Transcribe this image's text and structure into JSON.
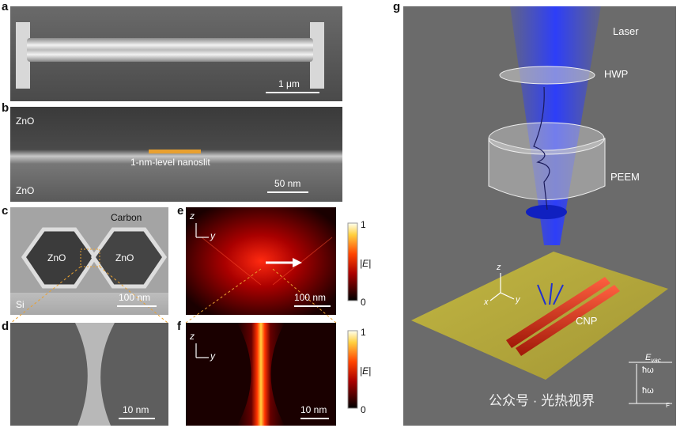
{
  "panels": {
    "a": {
      "label": "a",
      "scalebar": "1 μm"
    },
    "b": {
      "label": "b",
      "top_material": "ZnO",
      "bottom_material": "ZnO",
      "annotation": "1-nm-level nanoslit",
      "scalebar": "50 nm"
    },
    "c": {
      "label": "c",
      "carbon": "Carbon",
      "left_crystal": "ZnO",
      "right_crystal": "ZnO",
      "substrate": "Si",
      "scalebar": "100 nm"
    },
    "d": {
      "label": "d",
      "scalebar": "10 nm"
    },
    "e": {
      "label": "e",
      "axis_z": "z",
      "axis_y": "y",
      "scalebar": "100 nm",
      "colorbar_label": "|E|",
      "cbar_max": "1",
      "cbar_min": "0"
    },
    "f": {
      "label": "f",
      "axis_z": "z",
      "axis_y": "y",
      "scalebar": "10 nm",
      "colorbar_label": "|E|",
      "cbar_max": "1",
      "cbar_min": "0"
    },
    "g": {
      "label": "g",
      "laser": "Laser",
      "hwp": "HWP",
      "peem": "PEEM",
      "cnp": "CNP",
      "axis_z": "z",
      "axis_x": "x",
      "axis_y": "y",
      "evac": "E",
      "evac_sub": "vac",
      "hw1": "ħω",
      "hw2": "ħω",
      "ef_sub": "F"
    }
  },
  "watermark": "公众号 · 光热视界",
  "colors": {
    "accent_orange": "#e8a030",
    "gold_plate": "#c8b840",
    "laser_blue": "#3344ff"
  }
}
